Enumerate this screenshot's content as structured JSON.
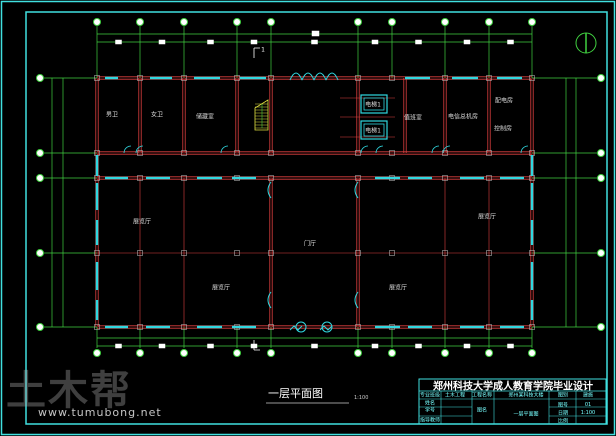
{
  "drawing": {
    "plan_title": "一层平面图",
    "scale": "1:100",
    "section_mark": "1",
    "rooms_top": [
      "男卫",
      "女卫",
      "储藏室",
      "电梯1",
      "电梯1",
      "值班室",
      "电信总机房",
      "配电房",
      "控制房"
    ],
    "rooms_bottom": [
      "展览厅",
      "展览厅",
      "门厅",
      "展览厅",
      "展览厅"
    ]
  },
  "title_block": {
    "title": "郑州科技大学成人教育学院毕业设计",
    "cells": [
      "专业班级",
      "土木工程",
      "工程名称",
      "郑州某科技大楼",
      "图别",
      "建施",
      "姓名",
      "学号",
      "图名",
      "一层平面图",
      "图号",
      "01",
      "指导教师",
      "日期",
      "比例",
      "1:100"
    ]
  },
  "watermark": {
    "logo": "土木帮",
    "url": "www.tumubong.net"
  },
  "colors": {
    "frame": "#40e0e0",
    "axis": "#40d040",
    "wall": "#e04040",
    "window": "#30d8e0",
    "stair": "#e0e040"
  }
}
